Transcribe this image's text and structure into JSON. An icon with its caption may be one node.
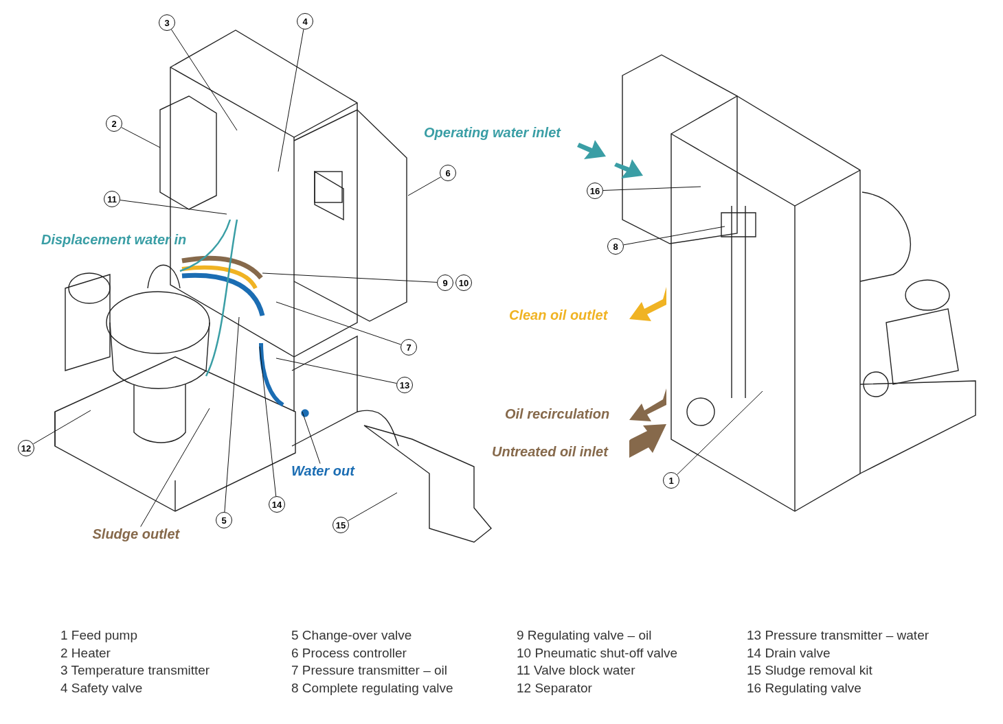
{
  "diagram": {
    "nodes": [
      {
        "text": [
          "3"
        ]
      },
      {
        "text": [
          "4"
        ]
      },
      {
        "text": [
          "2"
        ]
      },
      {
        "text": [
          "6"
        ]
      },
      {
        "text": [
          "16"
        ]
      },
      {
        "text": [
          "11"
        ]
      },
      {
        "text": [
          "8"
        ]
      },
      {
        "text": [
          "9"
        ]
      },
      {
        "text": [
          "10"
        ]
      },
      {
        "text": [
          "7"
        ]
      },
      {
        "text": [
          "13"
        ]
      },
      {
        "text": [
          "12"
        ]
      },
      {
        "text": [
          "1"
        ]
      },
      {
        "text": [
          "Water out"
        ]
      },
      {
        "text": [
          "14"
        ]
      },
      {
        "text": [
          "5"
        ]
      },
      {
        "text": [
          "15"
        ]
      },
      {
        "text": [
          "Sludge outlet"
        ]
      }
    ],
    "edges": [
      {
        "from": 0,
        "to": null,
        "arrow": "none"
      },
      {
        "from": 1,
        "to": null,
        "arrow": "none"
      },
      {
        "from": 2,
        "to": null,
        "arrow": "none"
      },
      {
        "from": 3,
        "to": null,
        "arrow": "none"
      },
      {
        "from": 4,
        "to": null,
        "arrow": "none"
      },
      {
        "from": 5,
        "to": null,
        "arrow": "none"
      },
      {
        "from": 6,
        "to": null,
        "arrow": "none"
      },
      {
        "from": 7,
        "to": null,
        "arrow": "none"
      },
      {
        "from": 9,
        "to": null,
        "arrow": "none"
      },
      {
        "from": 10,
        "to": null,
        "arrow": "none"
      },
      {
        "from": 11,
        "to": null,
        "arrow": "none"
      },
      {
        "from": 12,
        "to": null,
        "arrow": "none"
      },
      {
        "from": 13,
        "to": null,
        "arrow": "none"
      },
      {
        "from": 14,
        "to": null,
        "arrow": "none"
      },
      {
        "from": 15,
        "to": null,
        "arrow": "none"
      },
      {
        "from": 16,
        "to": null,
        "arrow": "none"
      },
      {
        "from": 17,
        "to": null,
        "arrow": "none"
      }
    ],
    "labels": [
      "Operating water inlet",
      "Displacement water in",
      "Clean oil outlet",
      "Oil recirculation",
      "Untreated oil inlet",
      "1 Feed pump",
      "2 Heater",
      "3 Temperature transmitter",
      "4 Safety valve",
      "5 Change-over valve",
      "6 Process controller",
      "7 Pressure transmitter – oil",
      "8 Complete regulating valve",
      "9 Regulating valve – oil",
      "10 Pneumatic shut-off valve",
      "11 Valve block water",
      "12 Separator",
      "13 Pressure transmitter – water",
      "14 Drain valve",
      "15 Sludge removal kit",
      "16 Regulating valve"
    ]
  }
}
